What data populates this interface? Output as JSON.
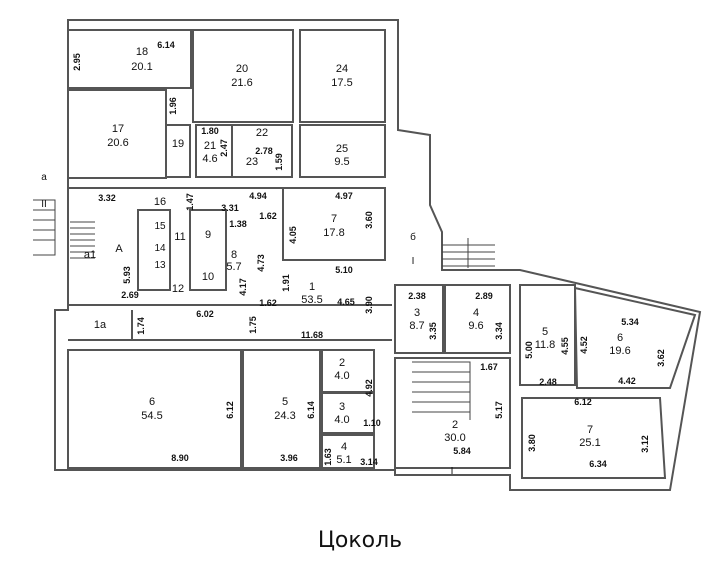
{
  "caption": "Цоколь",
  "rooms": {
    "r18": {
      "num": "18",
      "area": "20.1"
    },
    "r20": {
      "num": "20",
      "area": "21.6"
    },
    "r24": {
      "num": "24",
      "area": "17.5"
    },
    "r17": {
      "num": "17",
      "area": "20.6"
    },
    "r19": {
      "num": "19"
    },
    "r21": {
      "num": "21",
      "area": "4.6"
    },
    "r22": {
      "num": "22"
    },
    "r23": {
      "num": "23"
    },
    "r25": {
      "num": "25",
      "area": "9.5"
    },
    "r16": {
      "num": "16"
    },
    "r11": {
      "num": "11"
    },
    "r9": {
      "num": "9"
    },
    "r8": {
      "num": "8",
      "area": "5.7"
    },
    "r10": {
      "num": "10"
    },
    "r12": {
      "num": "12"
    },
    "r15": {
      "num": "15"
    },
    "r14": {
      "num": "14"
    },
    "r13": {
      "num": "13"
    },
    "r7a": {
      "num": "7",
      "area": "17.8"
    },
    "r1": {
      "num": "1",
      "area": "53.5"
    },
    "rA": {
      "num": "А"
    },
    "ra1": {
      "num": "а1"
    },
    "r1a": {
      "num": "1а"
    },
    "r6a": {
      "num": "6",
      "area": "54.5"
    },
    "r5a": {
      "num": "5",
      "area": "24.3"
    },
    "r2a": {
      "num": "2",
      "area": "4.0"
    },
    "r3a": {
      "num": "3",
      "area": "4.0"
    },
    "r4a": {
      "num": "4",
      "area": "5.1"
    },
    "r3b": {
      "num": "3",
      "area": "8.7"
    },
    "r4b": {
      "num": "4",
      "area": "9.6"
    },
    "r2b": {
      "num": "2",
      "area": "30.0"
    },
    "r5b": {
      "num": "5",
      "area": "11.8"
    },
    "r6b": {
      "num": "6",
      "area": "19.6"
    },
    "r7b": {
      "num": "7",
      "area": "25.1"
    }
  },
  "labels": {
    "a": "а",
    "II": "II",
    "b": "б",
    "I_top": "I",
    "I_bottom": "I"
  },
  "dims": {
    "d1": "6.14",
    "d2": "2.95",
    "d3": "1.96",
    "d4": "1.80",
    "d5": "2.47",
    "d6": "2.78",
    "d7": "1.59",
    "d8": "3.32",
    "d9": "1.47",
    "d10": "4.94",
    "d11": "4.97",
    "d12": "3.31",
    "d13": "1.38",
    "d14": "1.62",
    "d15": "3.60",
    "d16": "4.05",
    "d17": "5.93",
    "d18": "4.73",
    "d19": "1.91",
    "d20": "5.10",
    "d21": "4.17",
    "d22": "2.69",
    "d23": "1.62",
    "d24": "4.65",
    "d25": "3.90",
    "d26": "2.38",
    "d27": "2.89",
    "d28": "5.34",
    "d29": "3.35",
    "d30": "3.34",
    "d31": "5.00",
    "d32": "4.55",
    "d33": "4.52",
    "d34": "3.62",
    "d35": "1.74",
    "d36": "6.02",
    "d37": "1.75",
    "d38": "11.68",
    "d39": "1.67",
    "d40": "2.48",
    "d41": "4.42",
    "d42": "4.92",
    "d43": "6.12",
    "d44": "6.14",
    "d45": "5.17",
    "d46": "6.12",
    "d47": "1.10",
    "d48": "3.80",
    "d49": "3.12",
    "d50": "8.90",
    "d51": "3.96",
    "d52": "1.63",
    "d53": "3.14",
    "d54": "5.84",
    "d55": "6.34"
  }
}
